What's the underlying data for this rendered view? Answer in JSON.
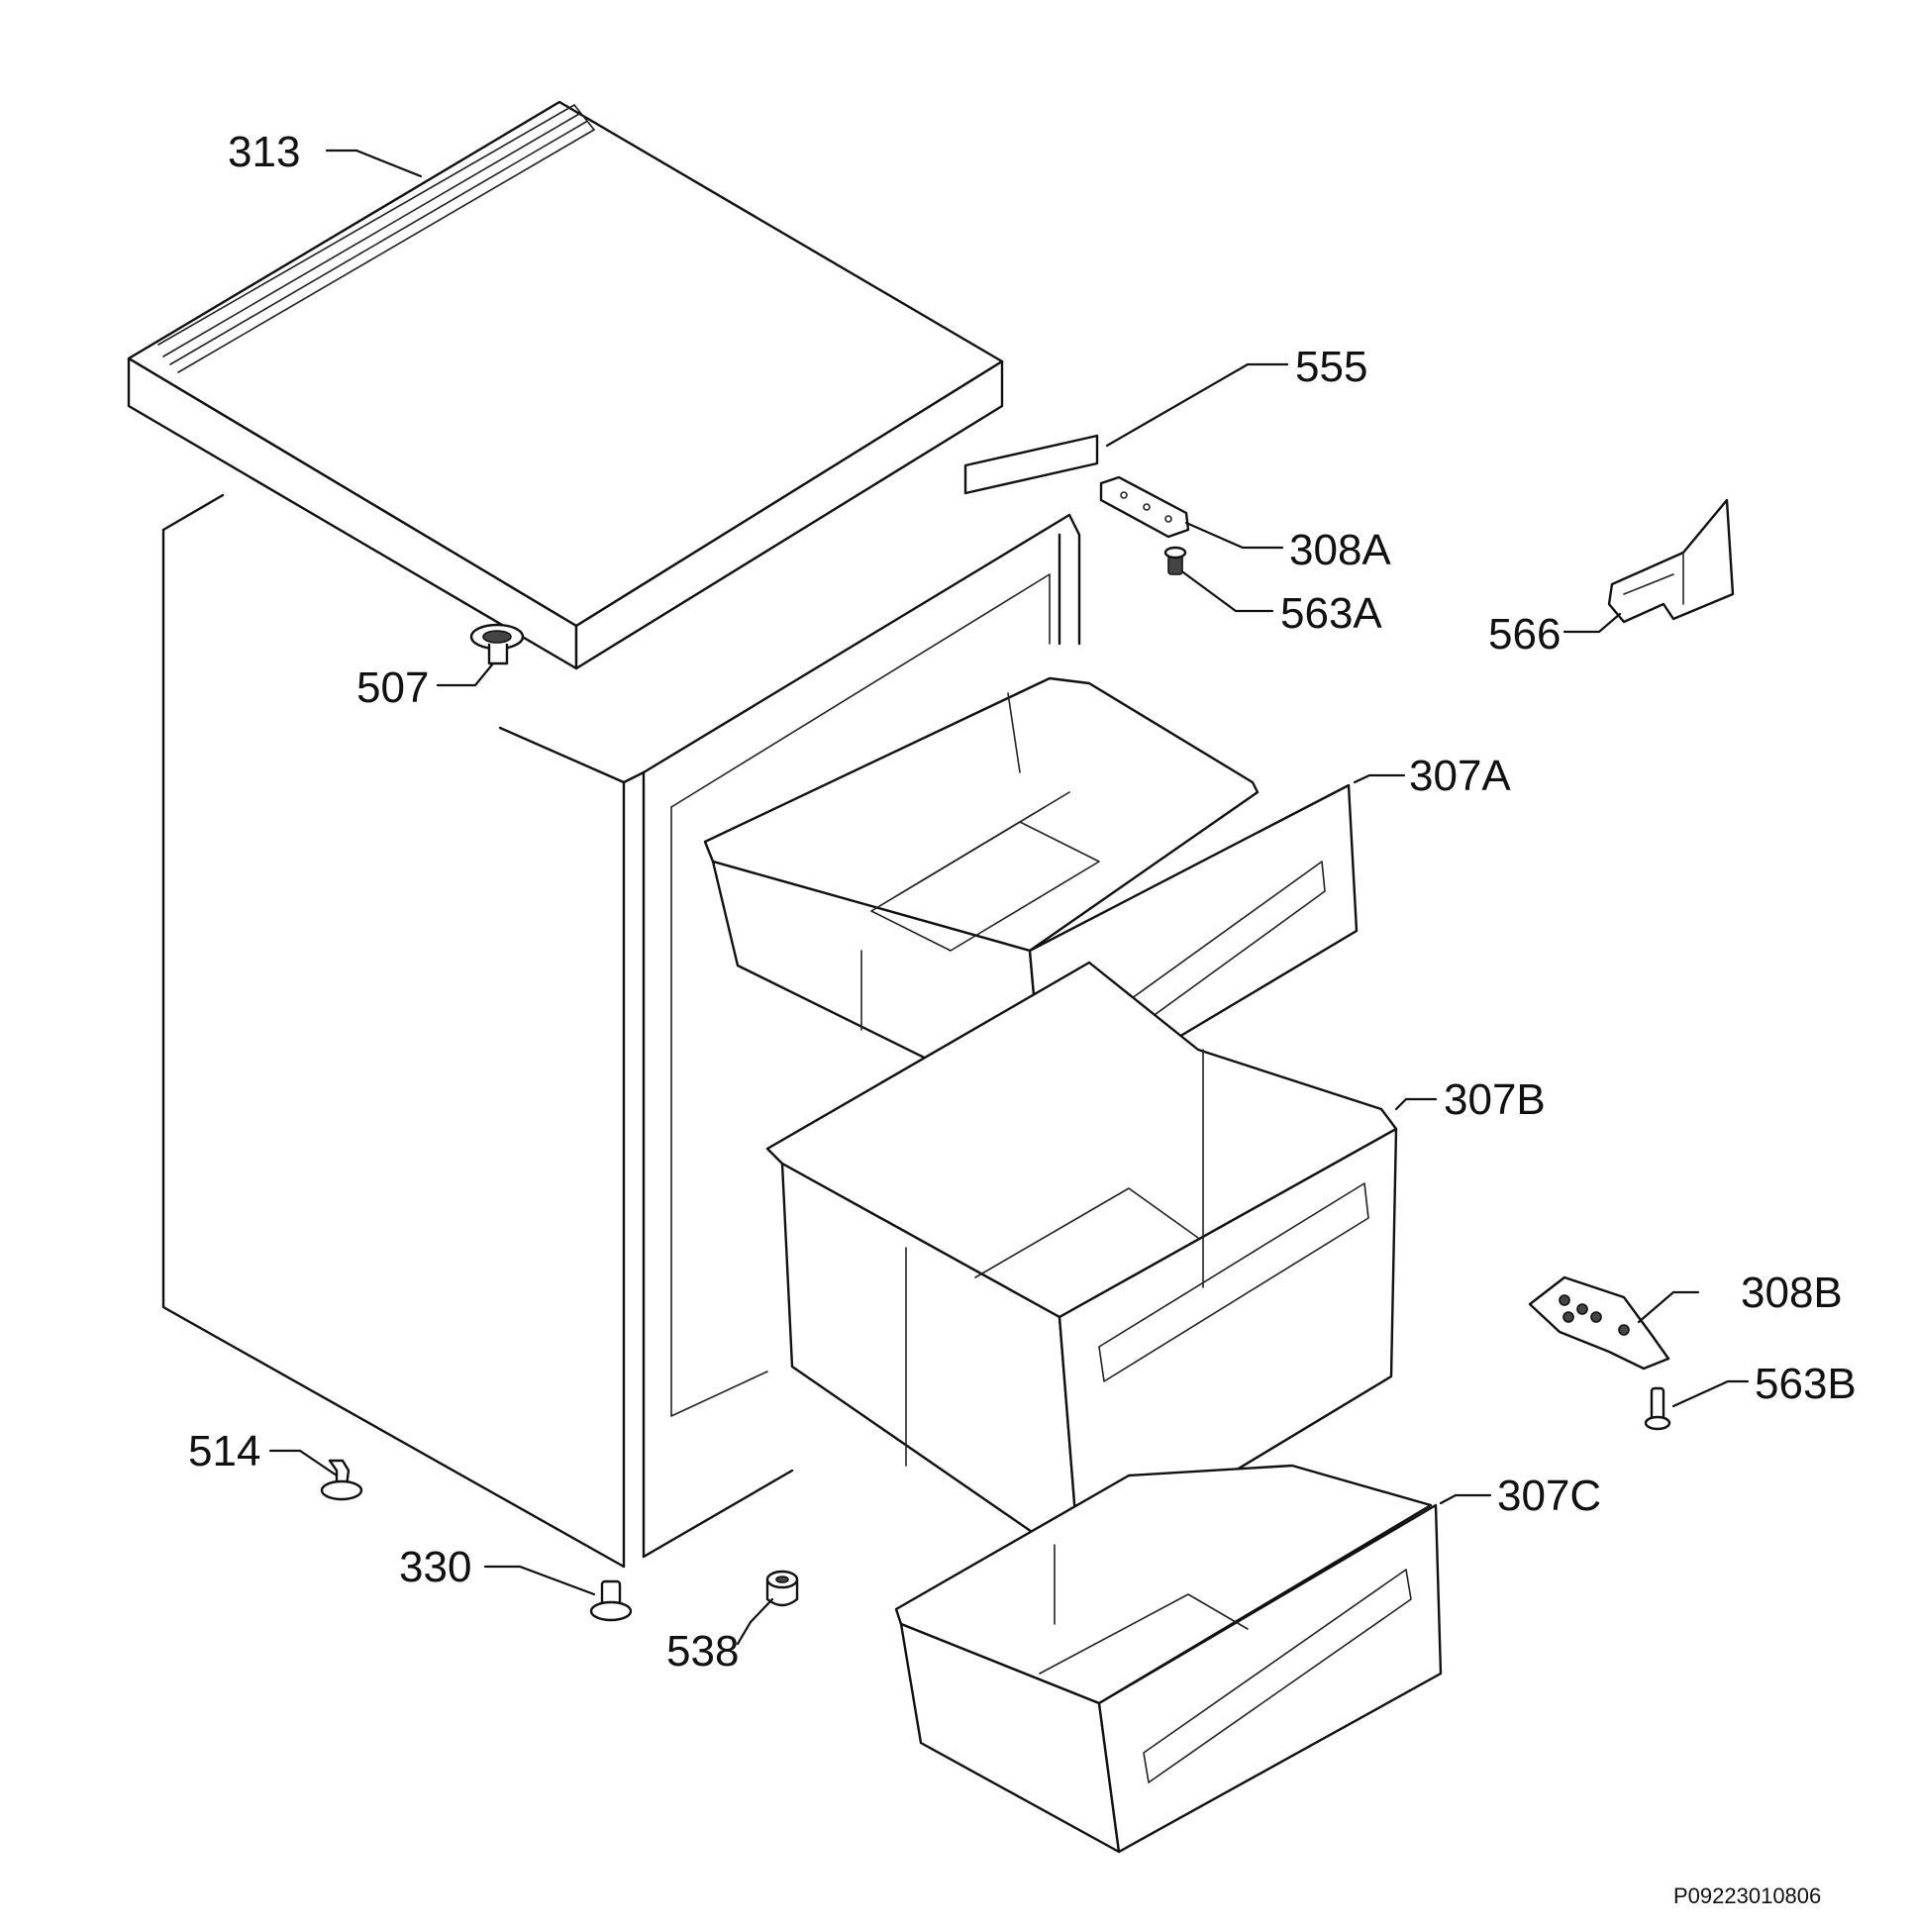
{
  "callouts": {
    "c313": "313",
    "c555": "555",
    "c308A": "308A",
    "c563A": "563A",
    "c566": "566",
    "c507": "507",
    "c307A": "307A",
    "c307B": "307B",
    "c308B": "308B",
    "c563B": "563B",
    "c514": "514",
    "c307C": "307C",
    "c330": "330",
    "c538": "538"
  },
  "drawing_code": "P09223010806"
}
